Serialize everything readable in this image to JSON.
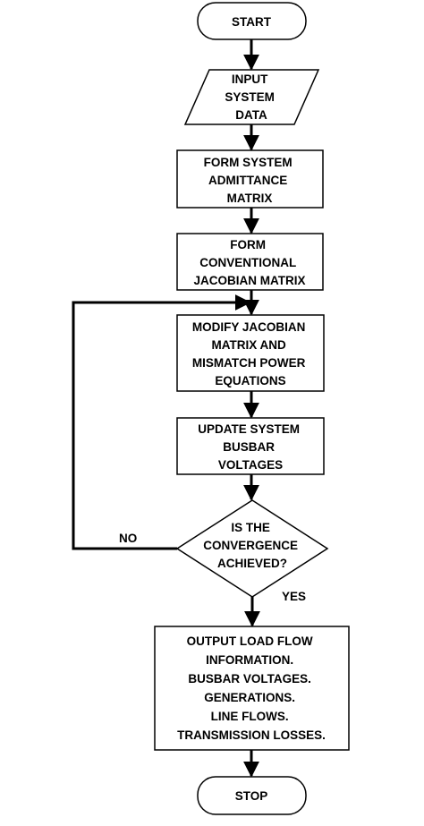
{
  "nodes": {
    "start": {
      "lines": [
        "START"
      ]
    },
    "input": {
      "lines": [
        "INPUT",
        "SYSTEM",
        "DATA"
      ]
    },
    "admittance": {
      "lines": [
        "FORM SYSTEM",
        "ADMITTANCE",
        "MATRIX"
      ]
    },
    "jacobian": {
      "lines": [
        "FORM",
        "CONVENTIONAL",
        "JACOBIAN MATRIX"
      ]
    },
    "modify": {
      "lines": [
        "MODIFY JACOBIAN",
        "MATRIX AND",
        "MISMATCH POWER",
        "EQUATIONS"
      ]
    },
    "update": {
      "lines": [
        "UPDATE SYSTEM",
        "BUSBAR",
        "VOLTAGES"
      ]
    },
    "decision": {
      "lines": [
        "IS THE",
        "CONVERGENCE",
        "ACHIEVED?"
      ]
    },
    "output": {
      "lines": [
        "OUTPUT LOAD FLOW",
        "INFORMATION.",
        "BUSBAR VOLTAGES.",
        "GENERATIONS.",
        "LINE FLOWS.",
        "TRANSMISSION LOSSES."
      ]
    },
    "stop": {
      "lines": [
        "STOP"
      ]
    }
  },
  "edge_labels": {
    "no": "NO",
    "yes": "YES"
  }
}
